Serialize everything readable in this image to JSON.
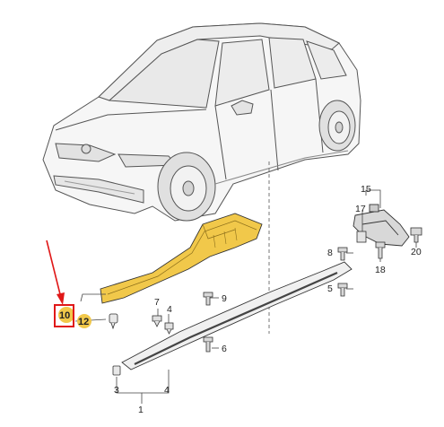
{
  "labels": {
    "l1": "1",
    "l3": "3",
    "l4a": "4",
    "l4b": "4",
    "l6": "6",
    "l7": "7",
    "l8": "8",
    "l9": "9",
    "l10": "10",
    "l12": "12",
    "l15": "15",
    "l17": "17",
    "l18": "18",
    "l20": "20"
  },
  "colors": {
    "highlight_box": "#e01818",
    "arrow": "#e01818",
    "part_yellow": "#f1c84a",
    "outline": "#333333"
  }
}
